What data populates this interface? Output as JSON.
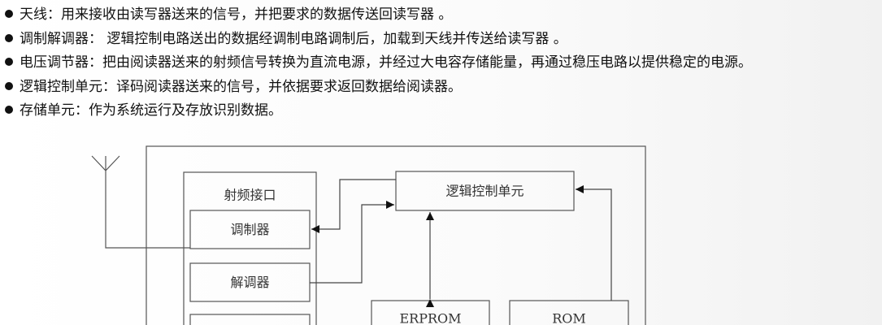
{
  "bullets": [
    "天线：用来接收由读写器送来的信号，并把要求的数据传送回读写器 。",
    "调制解调器： 逻辑控制电路送出的数据经调制电路调制后，加载到天线并传送给读写器 。",
    "电压调节器：把由阅读器送来的射频信号转换为直流电源，并经过大电容存储能量，再通过稳压电路以提供稳定的电源。",
    "逻辑控制单元：译码阅读器送来的信号，并依据要求返回数据给阅读器。",
    "存储单元：作为系统运行及存放识别数据。"
  ],
  "diagram": {
    "rf_interface": "射频接口",
    "modulator": "调制器",
    "demodulator": "解调器",
    "logic_unit": "逻辑控制单元",
    "erprom": "ERPROM",
    "rom": "ROM"
  },
  "colors": {
    "text": "#111111",
    "line": "#555555",
    "arrow": "#111111"
  }
}
